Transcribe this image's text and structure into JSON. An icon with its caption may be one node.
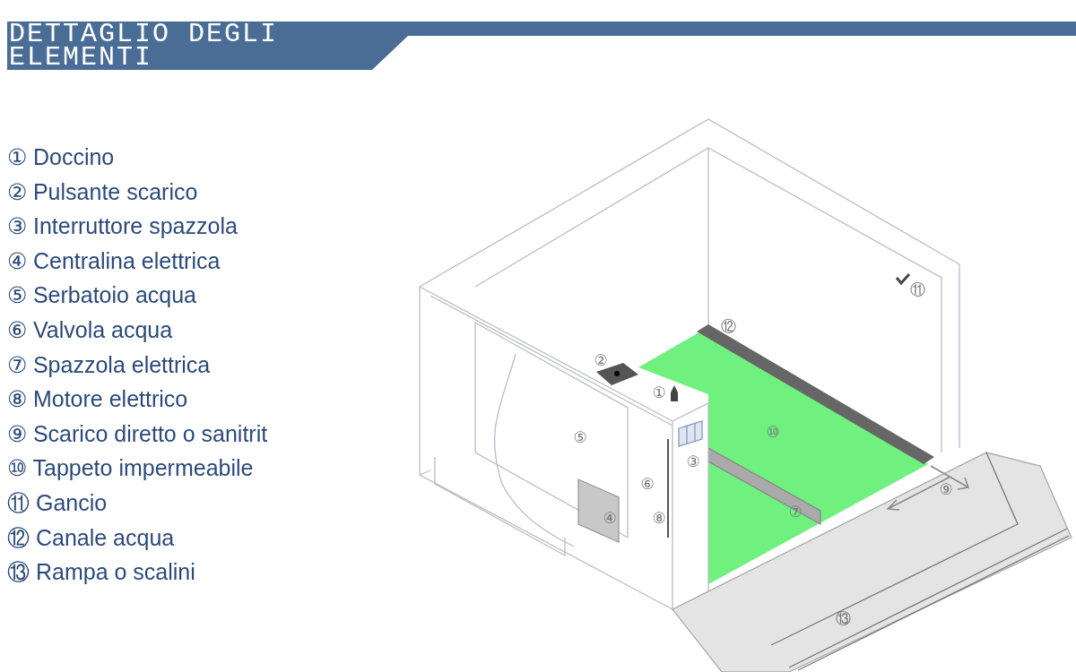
{
  "diagram": {
    "title": "DETTAGLIO DEGLI ELEMENTI",
    "labels": [
      "① Doccino",
      "② Pulsante scarico",
      "③ Interruttore spazzola",
      "④ Centralina elettrica",
      "⑤ Serbatoio acqua",
      "⑥ Valvola acqua",
      "⑦ Spazzola elettrica",
      "⑧ Motore elettrico",
      "⑨ Scarico diretto o sanitrit",
      "⑩ Tappeto impermeabile",
      "⑪ Gancio",
      "⑫ Canale acqua",
      "⑬ Rampa o scalini",
      "⑪",
      "⑫",
      "②",
      "①",
      "⑩",
      "⑤",
      "③",
      "⑥",
      "⑨",
      "④",
      "⑦",
      "⑧",
      "⑬"
    ]
  }
}
